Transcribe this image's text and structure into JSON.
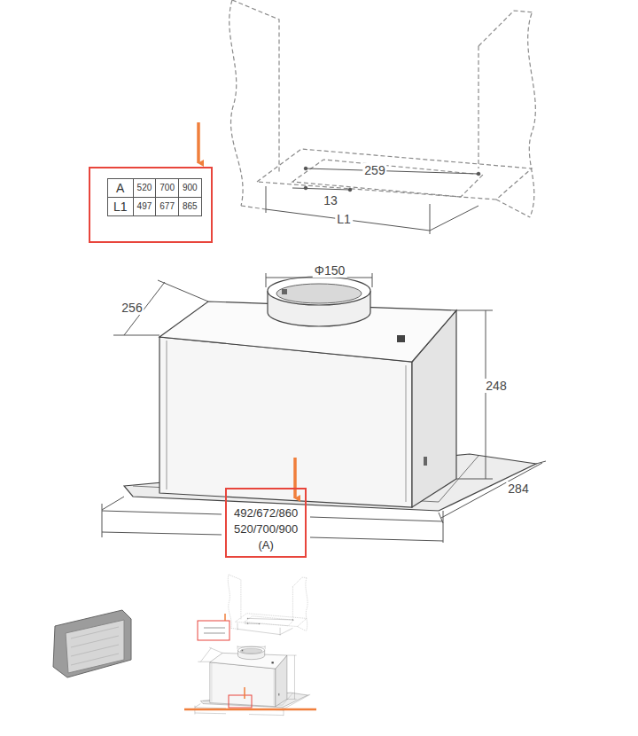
{
  "diagram": {
    "nodes": [
      {
        "text": [
          "A",
          "520",
          "700",
          "900",
          "L1",
          "497",
          "677",
          "865"
        ]
      },
      {
        "text": [
          "492/672/860",
          "520/700/900",
          "(A)"
        ]
      }
    ],
    "labels": [
      "259",
      "13",
      "L1",
      "Φ150",
      "256",
      "248",
      "284"
    ]
  }
}
